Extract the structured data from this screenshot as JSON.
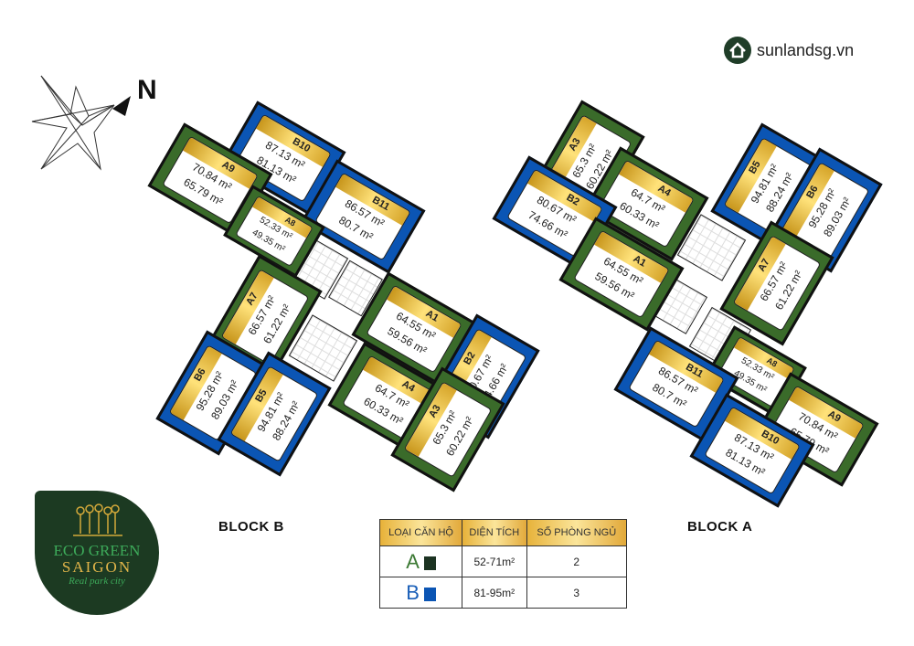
{
  "brand": {
    "site": "sunlandsg.vn",
    "logo_line1": "ECO GREEN",
    "logo_line2": "SAIGON",
    "logo_tagline": "Real park city"
  },
  "compass": {
    "label": "N"
  },
  "colors": {
    "green": "#3a6b2a",
    "blue": "#0b55b4",
    "gold": "#e7b23a",
    "dark_green": "#1c3a22"
  },
  "blocks": {
    "block_b": {
      "title": "BLOCK B",
      "units": [
        {
          "code": "B10",
          "a1": "87.13 m²",
          "a2": "81.13 m²"
        },
        {
          "code": "A9",
          "a1": "70.84 m²",
          "a2": "65.79 m²"
        },
        {
          "code": "B11",
          "a1": "86.57 m²",
          "a2": "80.7 m²"
        },
        {
          "code": "A8",
          "a1": "52.33 m²",
          "a2": "49.35 m²"
        },
        {
          "code": "A7",
          "a1": "66.57 m²",
          "a2": "61.22 m²"
        },
        {
          "code": "B6",
          "a1": "95.28 m²",
          "a2": "89.03 m²"
        },
        {
          "code": "B5",
          "a1": "94.81 m²",
          "a2": "88.24 m²"
        },
        {
          "code": "A1",
          "a1": "64.55 m²",
          "a2": "59.56 m²"
        },
        {
          "code": "B2",
          "a1": "80.67 m²",
          "a2": "74.66 m²"
        },
        {
          "code": "A4",
          "a1": "64.7 m²",
          "a2": "60.33 m²"
        },
        {
          "code": "A3",
          "a1": "65.3 m²",
          "a2": "60.22 m²"
        }
      ]
    },
    "block_a": {
      "title": "BLOCK A",
      "units": [
        {
          "code": "A3",
          "a1": "65.3 m²",
          "a2": "60.22 m²"
        },
        {
          "code": "A4",
          "a1": "64.7 m²",
          "a2": "60.33 m²"
        },
        {
          "code": "B2",
          "a1": "80.67 m²",
          "a2": "74.66 m²"
        },
        {
          "code": "A1",
          "a1": "64.55 m²",
          "a2": "59.56 m²"
        },
        {
          "code": "B5",
          "a1": "94.81 m²",
          "a2": "88.24 m²"
        },
        {
          "code": "B6",
          "a1": "95.28 m²",
          "a2": "89.03 m²"
        },
        {
          "code": "A7",
          "a1": "66.57 m²",
          "a2": "61.22 m²"
        },
        {
          "code": "A8",
          "a1": "52.33 m²",
          "a2": "49.35 m²"
        },
        {
          "code": "A9",
          "a1": "70.84 m²",
          "a2": "65.79 m²"
        },
        {
          "code": "B11",
          "a1": "86.57 m²",
          "a2": "80.7 m²"
        },
        {
          "code": "B10",
          "a1": "87.13 m²",
          "a2": "81.13 m²"
        }
      ]
    }
  },
  "legend": {
    "headers": [
      "LOẠI CĂN HỘ",
      "DIỆN TÍCH",
      "SỐ PHÒNG NGỦ"
    ],
    "rows": [
      {
        "type": "A",
        "area": "52-71m²",
        "bedrooms": "2"
      },
      {
        "type": "B",
        "area": "81-95m²",
        "bedrooms": "3"
      }
    ]
  }
}
